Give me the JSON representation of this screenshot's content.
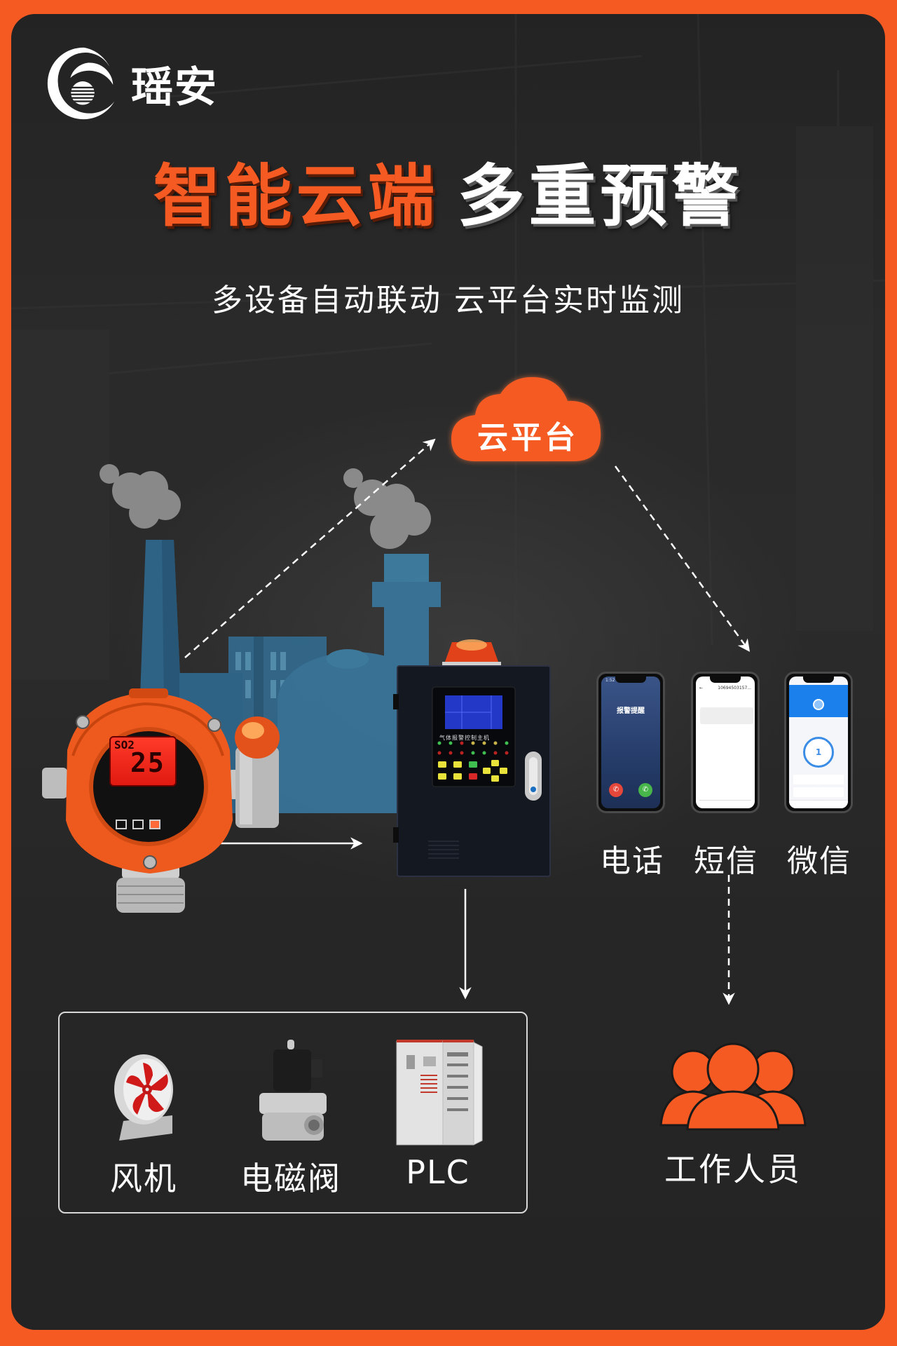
{
  "brand": {
    "name": "瑶安",
    "logo_icon": "brand-swirl-logo-icon"
  },
  "headline": {
    "part1": "智能云端",
    "part2": "多重预警"
  },
  "subheadline": "多设备自动联动 云平台实时监测",
  "cloud": {
    "label": "云平台",
    "icon": "cloud-icon"
  },
  "detector": {
    "gas": "SO2",
    "reading": "25",
    "icon": "gas-detector-icon"
  },
  "controller": {
    "panel_label": "气体报警控制主机",
    "icon": "alarm-controller-icon"
  },
  "notifications": [
    {
      "label": "电话",
      "icon": "phone-call-icon",
      "screen": {
        "time": "1:52",
        "title": "报警提醒"
      }
    },
    {
      "label": "短信",
      "icon": "sms-icon",
      "screen": {
        "sender": "10694503157..."
      }
    },
    {
      "label": "微信",
      "icon": "wechat-icon",
      "screen": {
        "count": "1"
      }
    }
  ],
  "linked_devices": [
    {
      "label": "风机",
      "icon": "fan-icon"
    },
    {
      "label": "电磁阀",
      "icon": "solenoid-valve-icon"
    },
    {
      "label": "PLC",
      "icon": "plc-cabinet-icon"
    }
  ],
  "staff": {
    "label": "工作人员",
    "icon": "people-group-icon"
  },
  "colors": {
    "accent": "#F45A22",
    "background": "#252525",
    "text": "#FFFFFF",
    "factory_blue": "#3a7ca5",
    "smoke": "#9a9a9a"
  }
}
